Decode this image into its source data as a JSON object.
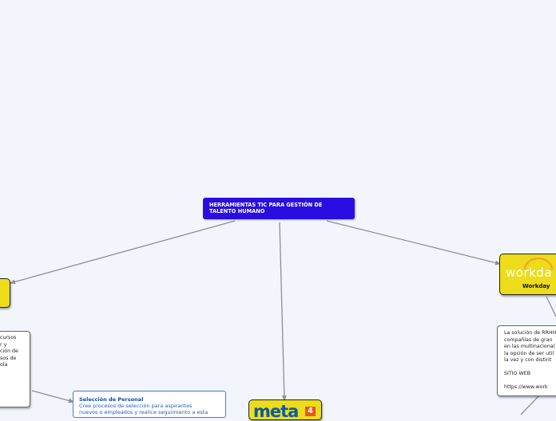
{
  "central": {
    "title_line1": "HERRAMIENTAS TIC PARA GESTIÓN DE",
    "title_line2": "TALENTO HUMANO"
  },
  "workday": {
    "logo_text": "workda",
    "caption": "Workday",
    "desc_lines": [
      "La solución de RRHH",
      "compañías de gran",
      "en las multinacional",
      "la opción de ser util",
      "la vez y con distint",
      "",
      "SITIO WEB",
      "",
      "https://www.work"
    ]
  },
  "left_note": {
    "lines": [
      "cursos",
      "r y",
      "ción de",
      "sos de",
      "ola"
    ]
  },
  "seleccion": {
    "title": "Selección de Personal",
    "line1": "Cree procesos de selección para aspirantes",
    "line2": "nuevos o empleados y realice seguimiento a esta"
  },
  "meta4": {
    "logo_text": "meta",
    "logo_number": "4"
  },
  "colors": {
    "background": "#f3f5fd",
    "central": "#2a0de0",
    "yellow_node": "#ecdc1c",
    "connector": "#8a8f99",
    "workday_orange": "#f5a623"
  }
}
